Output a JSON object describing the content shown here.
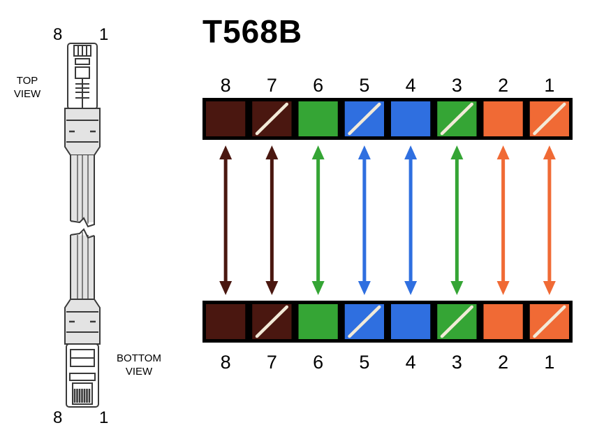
{
  "diagram": {
    "title": "T568B",
    "pin_numbers": [
      "8",
      "7",
      "6",
      "5",
      "4",
      "3",
      "2",
      "1"
    ],
    "pins": [
      {
        "pin": "8",
        "wire_color": "#4a1710",
        "striped": false
      },
      {
        "pin": "7",
        "wire_color": "#4a1710",
        "striped": true
      },
      {
        "pin": "6",
        "wire_color": "#35a535",
        "striped": false
      },
      {
        "pin": "5",
        "wire_color": "#2f6fe0",
        "striped": true
      },
      {
        "pin": "4",
        "wire_color": "#2f6fe0",
        "striped": false
      },
      {
        "pin": "3",
        "wire_color": "#35a535",
        "striped": true
      },
      {
        "pin": "2",
        "wire_color": "#f06a35",
        "striped": false
      },
      {
        "pin": "1",
        "wire_color": "#f06a35",
        "striped": true
      }
    ],
    "stripe_color": "#f2ead8"
  },
  "cable": {
    "top_view": {
      "label": [
        "TOP",
        "VIEW"
      ],
      "pin_left": "8",
      "pin_right": "1"
    },
    "bottom_view": {
      "label": [
        "BOTTOM",
        "VIEW"
      ],
      "pin_left": "8",
      "pin_right": "1"
    },
    "jacket_color": "#e3e3e3",
    "outline_color": "#3a3a3a"
  }
}
